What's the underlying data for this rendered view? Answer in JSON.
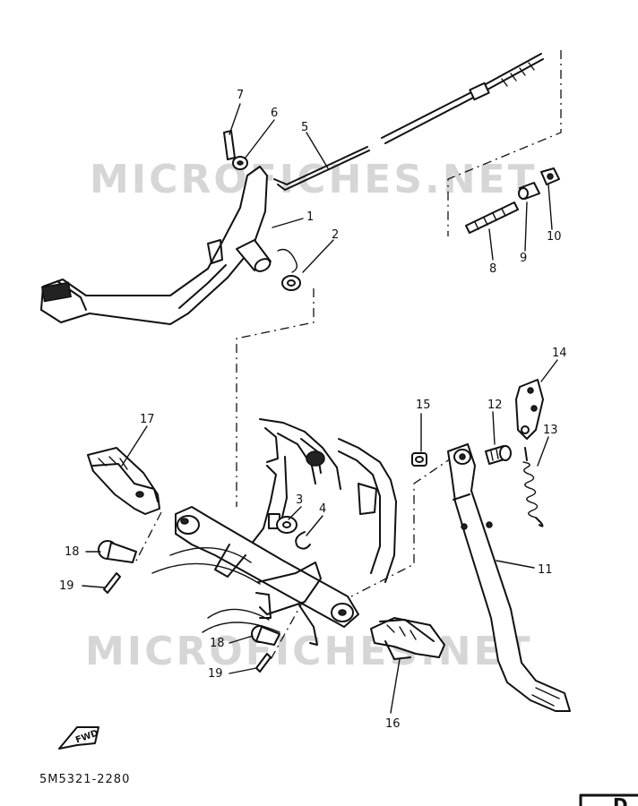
{
  "watermark": "MICROFICHES.NET",
  "diagram_code": "5M5321-2280",
  "fwd_label": "FWD",
  "corner_letter": "D",
  "callouts": {
    "c1": "1",
    "c2": "2",
    "c3": "3",
    "c4": "4",
    "c5": "5",
    "c6": "6",
    "c7": "7",
    "c8": "8",
    "c9": "9",
    "c10": "10",
    "c11": "11",
    "c12": "12",
    "c13": "13",
    "c14": "14",
    "c15": "15",
    "c16": "16",
    "c17": "17",
    "c18a": "18",
    "c18b": "18",
    "c19a": "19",
    "c19b": "19"
  }
}
